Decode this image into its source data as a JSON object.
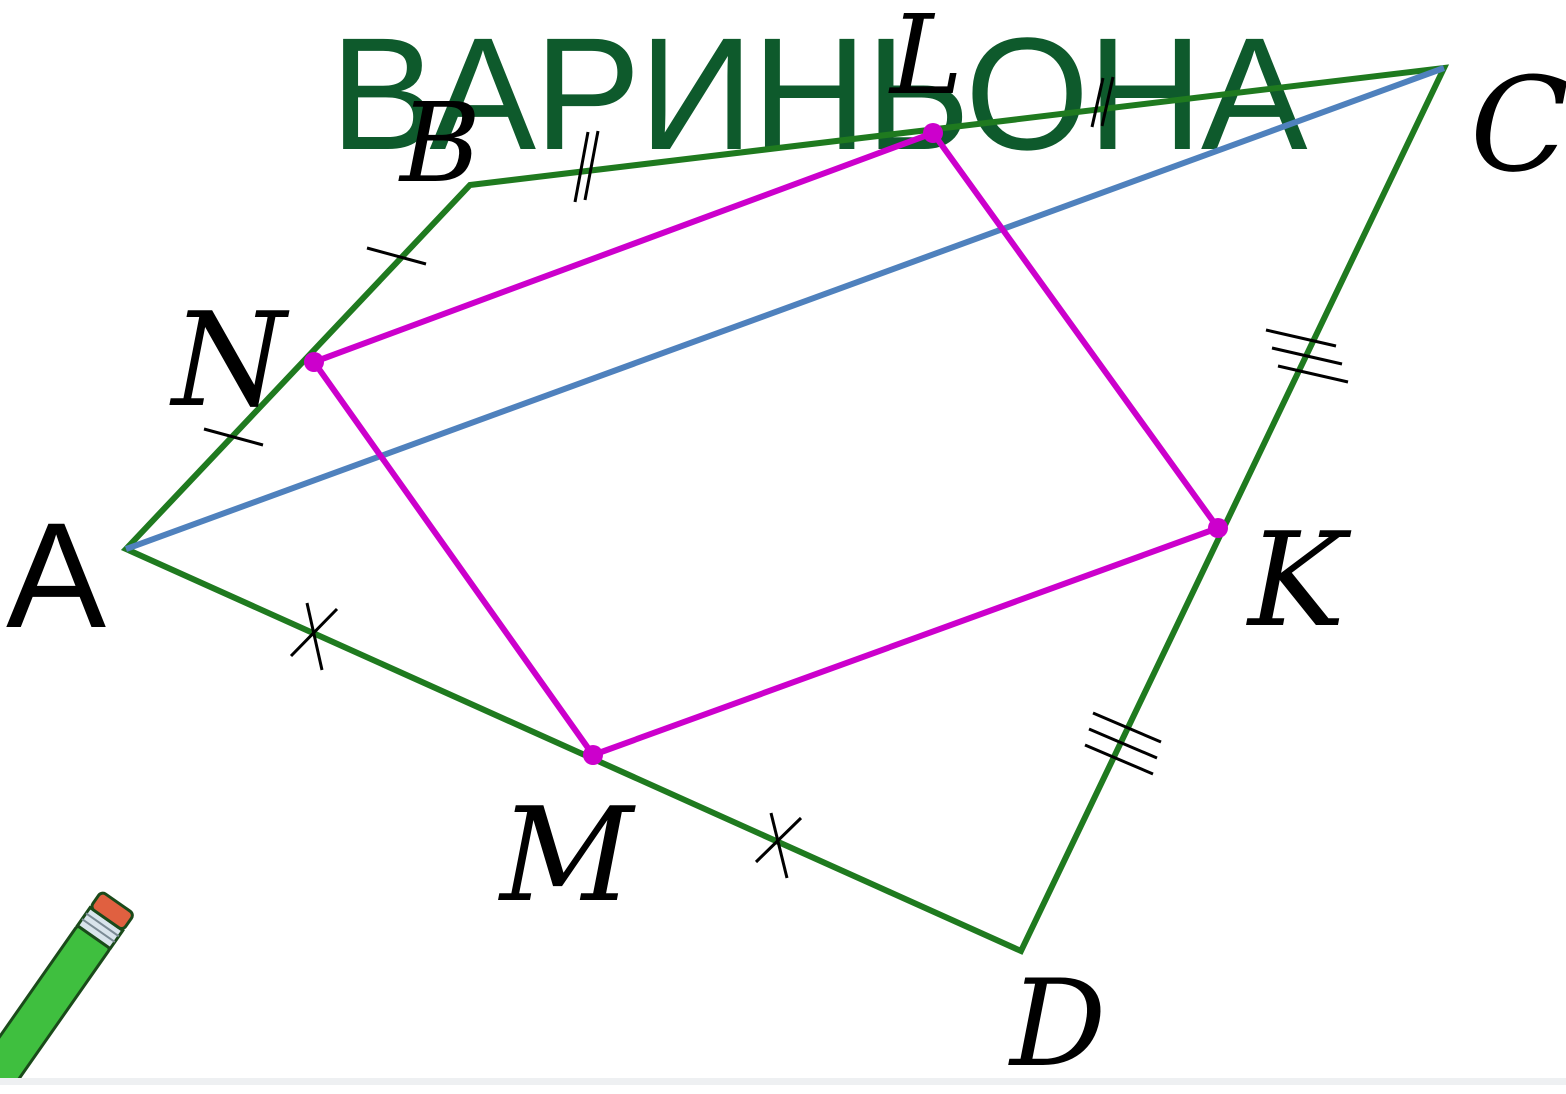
{
  "title": "ВАРИНЬОНА",
  "labels": {
    "A": "A",
    "B": "B",
    "C": "C",
    "D": "D",
    "N": "N",
    "L": "L",
    "K": "K",
    "M": "M"
  },
  "colors": {
    "title": "#0e5a2c",
    "quad": "#1f7a1f",
    "diagonal": "#4f81bd",
    "midpoint_parallelogram": "#cc00cc"
  },
  "icons": [
    "pencil-icon"
  ]
}
